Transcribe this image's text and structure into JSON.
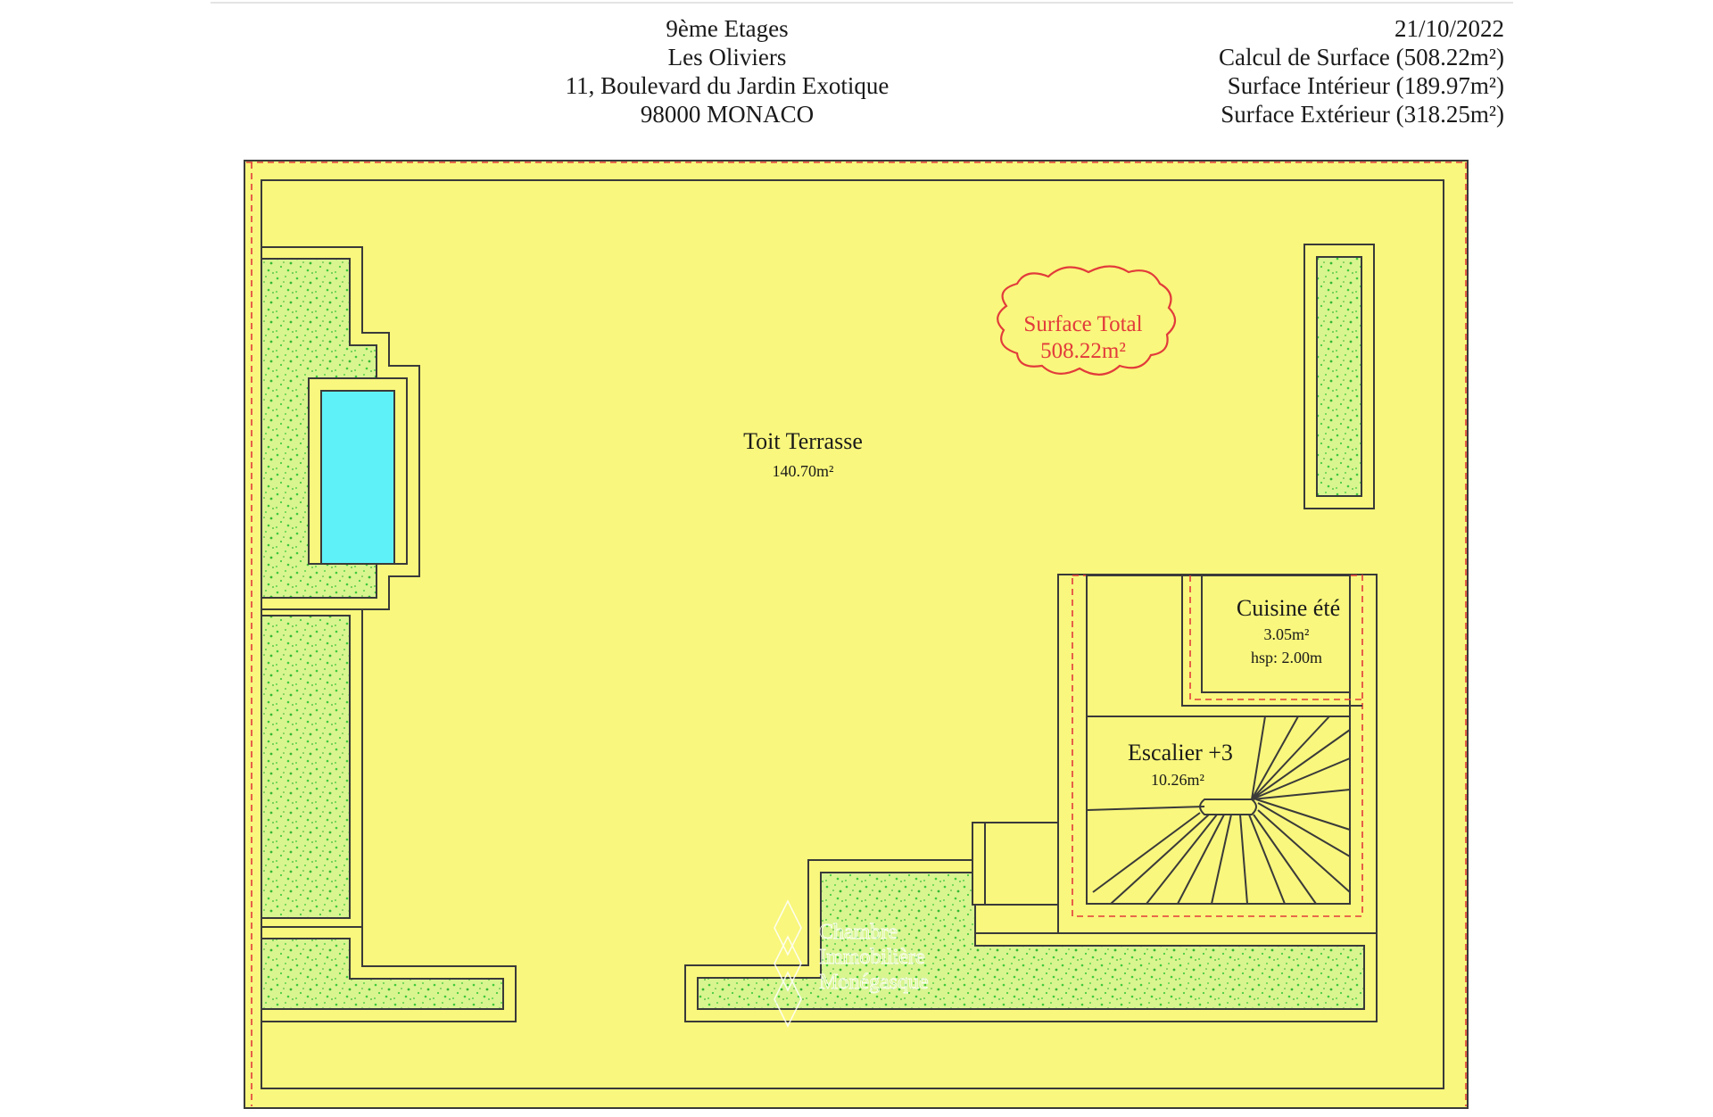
{
  "header": {
    "address": [
      "9ème Etages",
      "Les Oliviers",
      "11, Boulevard du Jardin Exotique",
      "98000 MONACO"
    ],
    "date": "21/10/2022",
    "surfaces": [
      "Calcul de Surface (508.22m²)",
      "Surface Intérieur (189.97m²)",
      "Surface Extérieur (318.25m²)"
    ]
  },
  "badge": {
    "line1": "Surface Total",
    "line2": "508.22m²"
  },
  "rooms": {
    "toit": {
      "name": "Toit Terrasse",
      "area": "140.70m²"
    },
    "cuisine": {
      "name": "Cuisine été",
      "area": "3.05m²",
      "height": "hsp: 2.00m"
    },
    "escalier": {
      "name": "Escalier +3",
      "area": "10.26m²"
    }
  },
  "watermark": {
    "line1": "Chambre",
    "line2": "Immobilière",
    "line3": "Monégasque"
  },
  "colors": {
    "terrace": "#f9f77d",
    "planter": "#d4f58c",
    "pool": "#5ef2f8",
    "outline": "#3a3a3a",
    "dash": "#e23b3b"
  }
}
